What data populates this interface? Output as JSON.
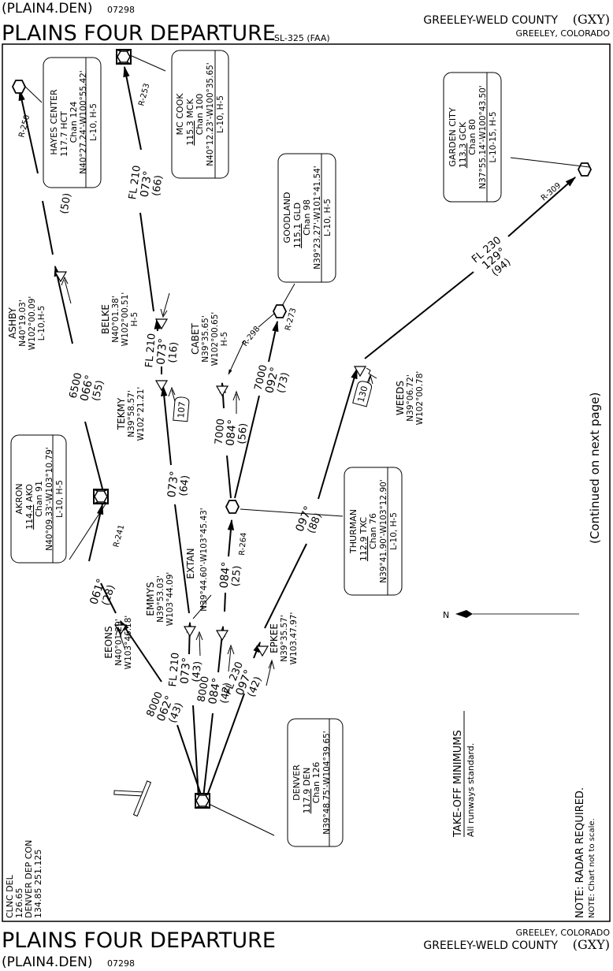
{
  "header": {
    "computer_code": "(PLAIN4.DEN)",
    "revision": "07298",
    "title": "PLAINS FOUR DEPARTURE",
    "chart_ref": "SL-325 (FAA)",
    "airport": "GREELEY-WELD COUNTY",
    "airport_id": "(GXY)",
    "city": "GREELEY, COLORADO"
  },
  "footer": {
    "title": "PLAINS FOUR DEPARTURE",
    "computer_code": "(PLAIN4.DEN)",
    "revision": "07298",
    "city": "GREELEY, COLORADO",
    "airport": "GREELEY-WELD COUNTY",
    "airport_id": "(GXY)"
  },
  "navaids": {
    "hayes_center": {
      "name": "HAYES CENTER",
      "freq": "117.7",
      "ident": "HCT",
      "chan": "Chan 124",
      "coords": "N40°27.24'-W100°55.42'",
      "charts": "L-10, H-5",
      "radial": "R-250"
    },
    "mc_cook": {
      "name": "MC COOK",
      "freq": "115.3",
      "ident": "MCK",
      "chan": "Chan 100",
      "coords": "N40°12.23'-W100°35.65'",
      "charts": "L-10, H-5",
      "radial": "R-253"
    },
    "goodland": {
      "name": "GOODLAND",
      "freq": "115.1",
      "ident": "GLD",
      "chan": "Chan 98",
      "coords": "N39°23.27'-W101°41.54'",
      "charts": "L-10, H-5",
      "radial_in": "R-273",
      "radial_out": "R-298"
    },
    "garden_city": {
      "name": "GARDEN CITY",
      "freq": "113.3",
      "ident": "GCK",
      "chan": "Chan 80",
      "coords": "N37°55.14'-W100°43.50'",
      "charts": "L-10-15, H-5",
      "radial": "R-309"
    },
    "akron": {
      "name": "AKRON",
      "freq": "114.4",
      "ident": "AKO",
      "chan": "Chan 91",
      "coords": "N40°09.33'-W103°10.79'",
      "charts": "L-10, H-5",
      "radial": "R-241"
    },
    "thurman": {
      "name": "THURMAN",
      "freq": "112.9",
      "ident": "TXC",
      "chan": "Chan 76",
      "coords": "N39°41.90'-W103°12.90'",
      "charts": "L-10, H-5",
      "radial": "R-264"
    },
    "denver": {
      "name": "DENVER",
      "freq": "117.9",
      "ident": "DEN",
      "chan": "Chan 126",
      "coords": "N39°48.75'-W104°39.65'"
    }
  },
  "fixes": {
    "ashby": {
      "name": "ASHBY",
      "lat": "N40°19.03'",
      "lon": "W102°00.09'",
      "charts": "L-10,H-5"
    },
    "belke": {
      "name": "BELKE",
      "lat": "N40°01.38'",
      "lon": "W102°00.51'",
      "charts": "H-5"
    },
    "tekmy": {
      "name": "TEKMY",
      "lat": "N39°58.57'",
      "lon": "W102°21.21'"
    },
    "cabet": {
      "name": "CABET",
      "lat": "N39°35.65'",
      "lon": "W102°00.65'",
      "charts": "H-5"
    },
    "weeds": {
      "name": "WEEDS",
      "lat": "N39°06.72'",
      "lon": "W102°00.78'"
    },
    "eeons": {
      "name": "EEONS",
      "lat": "N40°01.29'",
      "lon": "W103°46.18'"
    },
    "emmys": {
      "name": "EMMYS",
      "lat": "N39°53.03'",
      "lon": "W103°44.09'"
    },
    "extan": {
      "name": "EXTAN",
      "coords": "N39°44.60'-W103°45.43'"
    },
    "epkee": {
      "name": "EPKEE",
      "lat": "N39°35.57'",
      "lon": "W103.47.97'"
    }
  },
  "legs": {
    "ashby_hct": {
      "dist": "(50)"
    },
    "akron_ashby": {
      "alt": "6500",
      "course": "066°",
      "dist": "(55)"
    },
    "den_eeons": {
      "alt": "8000",
      "course": "062°",
      "dist": "(43)"
    },
    "eeons_ako": {
      "course": "061°",
      "dist": "(28)"
    },
    "den_emmys": {
      "alt": "FL 210",
      "course": "073°",
      "dist": "(43)"
    },
    "emmys_tekmy": {
      "course": "073°",
      "dist": "(64)"
    },
    "tekmy_belke": {
      "alt": "FL 210",
      "course": "073°",
      "dist": "(16)"
    },
    "belke_mck": {
      "alt": "FL 210",
      "course": "073°",
      "dist": "(66)"
    },
    "den_extan": {
      "alt": "8000",
      "course": "084°",
      "dist": "(42)"
    },
    "extan_txc": {
      "course": "084°",
      "dist": "(25)"
    },
    "txc_cabet": {
      "alt": "7000",
      "course": "084°",
      "dist": "(56)"
    },
    "txc_gld": {
      "alt": "7000",
      "course": "092°",
      "dist": "(73)"
    },
    "den_epkee": {
      "alt": "FL 230",
      "course": "097°",
      "dist": "(42)"
    },
    "epkee_weeds": {
      "course": "097°",
      "dist": "(88)"
    },
    "weeds_gck": {
      "alt": "FL 230",
      "course": "129°",
      "dist": "(94)"
    }
  },
  "mileage_boxes": {
    "tekmy": "107",
    "weeds": "130"
  },
  "comms": {
    "line1": "CLNC DEL",
    "line2": "126.65",
    "line3": "DENVER DEP CON",
    "line4": "134.85  251.125"
  },
  "notes": {
    "takeoff_title": "TAKE-OFF MINIMUMS",
    "takeoff_text": "All runways standard.",
    "radar": "NOTE:  RADAR REQUIRED.",
    "scale": "NOTE:  Chart not to scale.",
    "continued": "(Continued on next page)",
    "north": "N"
  }
}
